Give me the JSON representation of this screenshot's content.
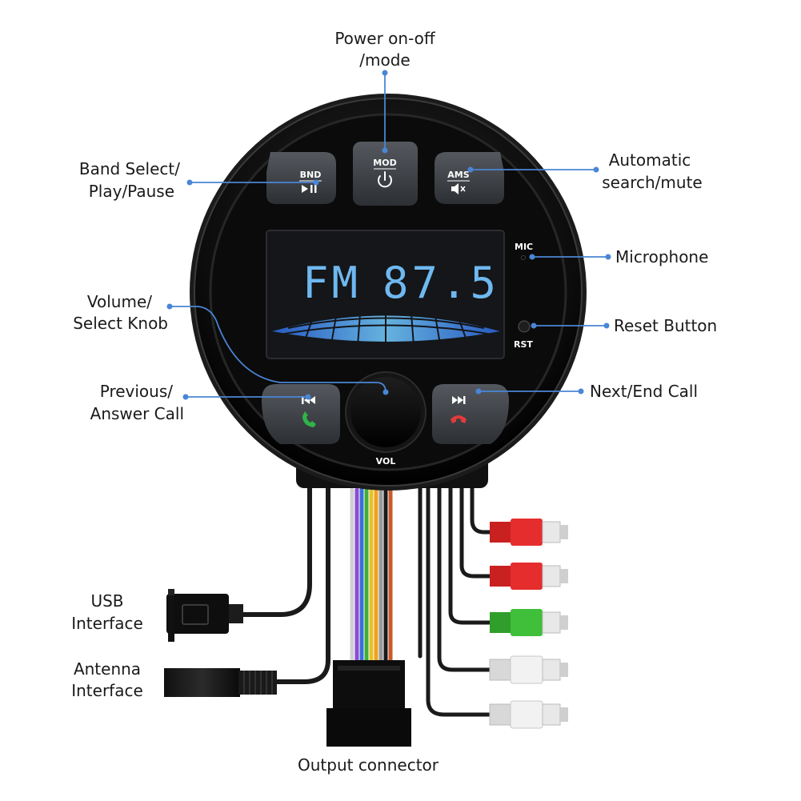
{
  "device": {
    "buttons": {
      "bnd": "BND",
      "mod": "MOD",
      "ams": "AMS"
    },
    "display": {
      "band": "FM",
      "frequency": "87.5"
    },
    "labels": {
      "mic": "MIC",
      "rst": "RST",
      "vol": "VOL"
    }
  },
  "callouts": {
    "power": [
      "Power on-off",
      "/mode"
    ],
    "band": [
      "Band Select/",
      "Play/Pause"
    ],
    "automatic": [
      "Automatic",
      "search/mute"
    ],
    "microphone": [
      "Microphone"
    ],
    "volume": [
      "Volume/",
      "Select Knob"
    ],
    "reset": [
      "Reset Button"
    ],
    "previous": [
      "Previous/",
      "Answer Call"
    ],
    "next": [
      "Next/End Call"
    ],
    "usb": [
      "USB",
      "Interface"
    ],
    "antenna": [
      "Antenna",
      "Interface"
    ],
    "output": [
      "Output connector"
    ]
  },
  "colors": {
    "callout_line": "#4a86d6",
    "display_text": "#6fb8f0",
    "bezel": "#111111",
    "button": "#3b3f45",
    "rca_red": "#e52d2d",
    "rca_green": "#3fbf3a",
    "rca_white": "#e8e8e8",
    "answer_call": "#2fb34a",
    "end_call": "#e23a3a"
  },
  "icons": [
    "play-pause-icon",
    "power-icon",
    "mute-icon",
    "previous-icon",
    "next-icon",
    "phone-answer-icon",
    "phone-end-icon"
  ]
}
